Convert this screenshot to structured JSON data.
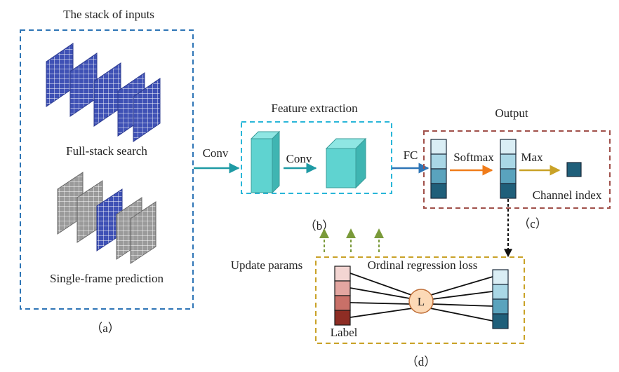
{
  "labels": {
    "stack_title": "The stack of inputs",
    "full_stack": "Full-stack search",
    "single_frame": "Single-frame prediction",
    "panel_a": "（a）",
    "feature_title": "Feature extraction",
    "conv1": "Conv",
    "conv2": "Conv",
    "panel_b": "（b）",
    "fc": "FC",
    "output_title": "Output",
    "softmax": "Softmax",
    "max": "Max",
    "channel_index": "Channel index",
    "panel_c": "（c）",
    "update_params": "Update params",
    "loss_title": "Ordinal regression loss",
    "loss_node": "L",
    "label": "Label",
    "panel_d": "（d）"
  },
  "colors": {
    "box_blue": "#2e75b6",
    "box_cyan": "#29b6d8",
    "box_red": "#a0504a",
    "box_gold": "#c9a227",
    "grid_blue": "#3f51b5",
    "grid_gray": "#9a9a9a",
    "cube_face": "#5fd3d0",
    "arrow_teal": "#1e9aa4",
    "arrow_blue": "#2e75b6",
    "arrow_orange": "#f07c1a",
    "arrow_gold": "#c9a227",
    "arrow_green": "#7a9a3a",
    "node_fill": "#fcd9b6",
    "node_stroke": "#c0703a"
  },
  "vectors": {
    "fc_vector": [
      "#daeef5",
      "#a9d7e6",
      "#5aa3bd",
      "#1f5f7a"
    ],
    "max_vector": [
      "#daeef5",
      "#a9d7e6",
      "#5aa3bd",
      "#1f5f7a"
    ],
    "loss_pred_vector": [
      "#daeef5",
      "#a9d7e6",
      "#5aa3bd",
      "#1f5f7a"
    ],
    "label_vector": [
      "#f3d5d2",
      "#e3a6a1",
      "#c97068",
      "#8e2d24"
    ],
    "channel_cell": "#1f5f7a"
  }
}
